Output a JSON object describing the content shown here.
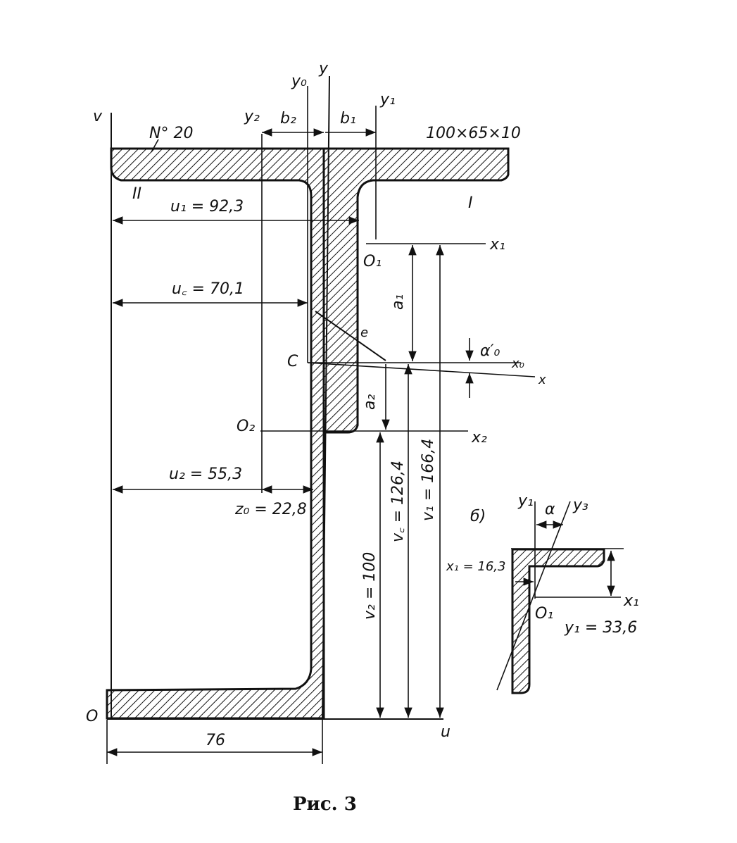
{
  "figure": {
    "caption": "Рис. 3",
    "subfig_b_label": "б)"
  },
  "labels": {
    "channel_no": "N° 20",
    "angle_size": "100×65×10",
    "part_II": "II",
    "part_I": "I",
    "axis_v": "v",
    "axis_u": "u",
    "origin_O": "O",
    "axis_y": "y",
    "axis_y0": "y₀",
    "axis_y1": "y₁",
    "axis_y2": "y₂",
    "b1": "b₁",
    "b2": "b₂",
    "O1": "O₁",
    "O2": "O₂",
    "C": "C",
    "x1": "x₁",
    "x2": "x₂",
    "x0": "x₀",
    "x": "x",
    "alpha0": "α′₀",
    "a1": "a₁",
    "a2": "a₂",
    "e": "e"
  },
  "dimensions": {
    "u1": "u₁ = 92,3",
    "uc": "u꜀ = 70,1",
    "u2": "u₂ = 55,3",
    "z0": "z₀ = 22,8",
    "width_76": "76",
    "v2": "v₂ = 100",
    "vc": "v꜀ = 126,4",
    "v1": "v₁ = 166,4"
  },
  "subfigure_b": {
    "y1": "y₁",
    "alpha": "α",
    "y3": "y₃",
    "x1_dim": "x₁ = 16,3",
    "O1": "O₁",
    "x1_axis": "x₁",
    "y1_dim": "y₁ = 33,6"
  }
}
